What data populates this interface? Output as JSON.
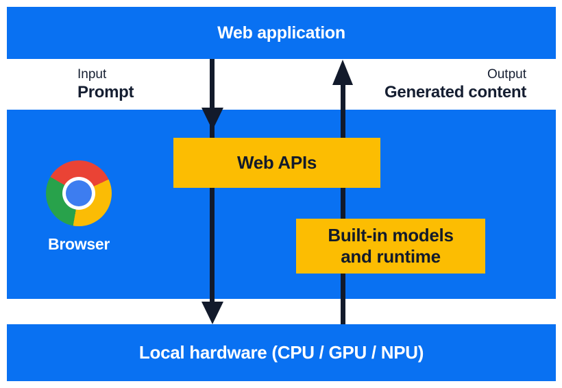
{
  "diagram": {
    "title_bar": {
      "label": "Web application"
    },
    "io_labels": {
      "input_title": "Input",
      "input_value": "Prompt",
      "output_title": "Output",
      "output_value": "Generated content"
    },
    "browser_layer": {
      "label": "Browser",
      "icon": "chrome-logo",
      "boxes": {
        "web_apis": "Web APIs",
        "builtin_line1": "Built-in models",
        "builtin_line2": "and runtime"
      }
    },
    "hardware_bar": {
      "label": "Local hardware (CPU / GPU / NPU)"
    },
    "arrows": {
      "down_flow": "input prompt from web application through Web APIs to local hardware",
      "up_flow": "generated content from local hardware through built-in models and runtime to web application"
    },
    "colors": {
      "band_blue": "#0971F2",
      "box_yellow": "#FCBD02",
      "arrow_navy": "#121A2B",
      "text_dark": "#151E31",
      "text_light": "#FFFFFF",
      "chrome_red": "#EA4335",
      "chrome_green": "#28A24B",
      "chrome_yellow": "#FBBC05",
      "chrome_blue": "#3D7DF0"
    }
  }
}
